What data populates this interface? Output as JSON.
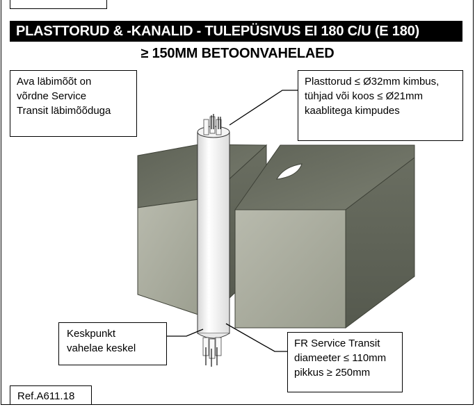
{
  "title": "PLASTTORUD & -KANALID - TULEPÜSIVUS EI 180 C/U (E 180)",
  "subtitle": "≥ 150MM BETOONVAHELAED",
  "callouts": {
    "opening": "Ava läbimõõt on\nvõrdne Service\nTransit läbimõõduga",
    "pipes": "Plasttorud ≤ Ø32mm kimbus,\ntühjad või koos ≤ Ø21mm\nkaablitega kimpudes",
    "center": "Keskpunkt\nvahelae keskel",
    "transit": "FR Service Transit\ndiameeter ≤ 110mm\npikkus ≥ 250mm"
  },
  "reference": "Ref.A611.18",
  "colors": {
    "concrete_front": "#a9ab9d",
    "concrete_top": "#6f7366",
    "concrete_side": "#5e6256",
    "sleeve": "#eeeeee",
    "title_bg": "#000000"
  }
}
